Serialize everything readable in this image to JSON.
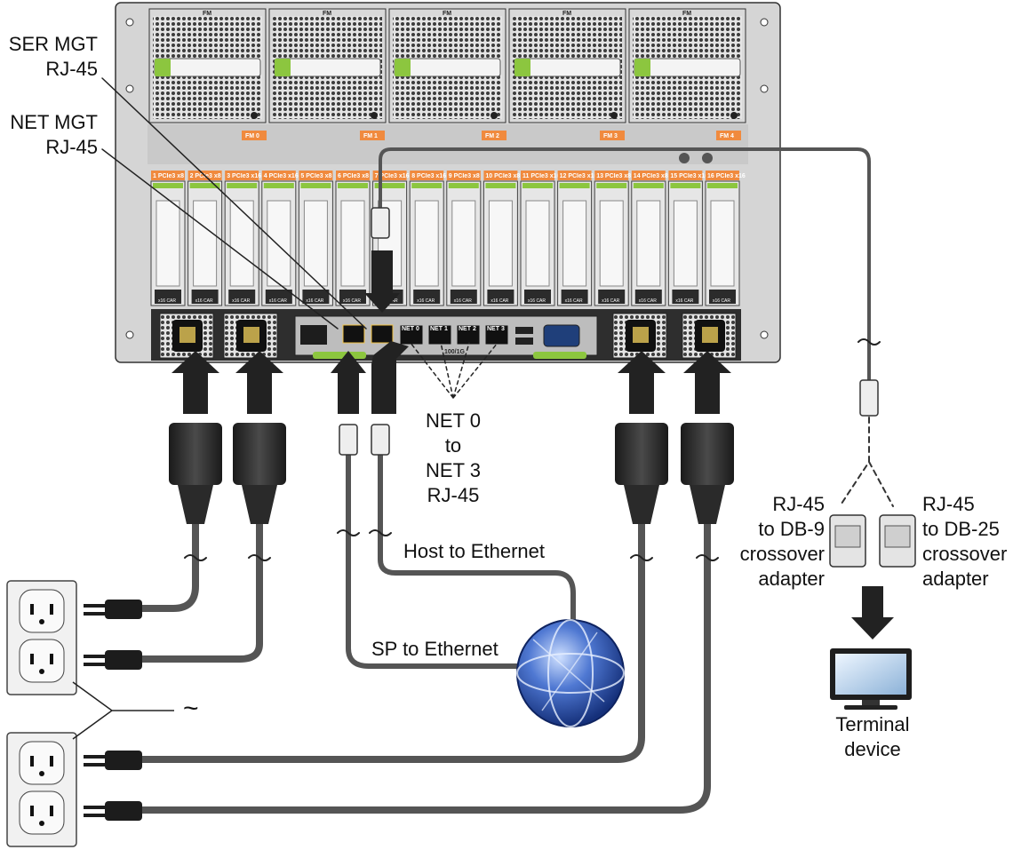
{
  "fan_modules": {
    "top_label": "FM",
    "labels": [
      "FM 0",
      "FM 1",
      "FM 2",
      "FM 3",
      "FM 4"
    ]
  },
  "pcie_slots": {
    "labels": [
      "1 PCIe3 x8",
      "2 PCIe3 x8",
      "3 PCIe3 x16",
      "4 PCIe3 x16",
      "5 PCIe3 x8",
      "6 PCIe3 x8",
      "7 PCIe3 x16",
      "8 PCIe3 x16",
      "9 PCIe3 x8",
      "10 PCIe3 x8",
      "11 PCIe3 x16",
      "12 PCIe3 x16",
      "13 PCIe3 x8",
      "14 PCIe3 x8",
      "15 PCIe3 x16",
      "16 PCIe3 x16"
    ],
    "card_label": "x16 CAR"
  },
  "rear_ports": {
    "net_ports": [
      "NET 0",
      "NET 1",
      "NET 2",
      "NET 3"
    ],
    "net_speed": "100/1G"
  },
  "callouts": {
    "ser_mgt": [
      "SER MGT",
      "RJ-45"
    ],
    "net_mgt": [
      "NET MGT",
      "RJ-45"
    ],
    "net_range": [
      "NET 0",
      "to",
      "NET 3",
      "RJ-45"
    ],
    "host_ethernet": "Host to Ethernet",
    "sp_ethernet": "SP to Ethernet",
    "db9_adapter": [
      "RJ-45",
      "to DB-9",
      "crossover",
      "adapter"
    ],
    "db25_adapter": [
      "RJ-45",
      "to DB-25",
      "crossover",
      "adapter"
    ],
    "terminal": [
      "Terminal",
      "device"
    ],
    "ac_symbol": "~"
  },
  "colors": {
    "chassis": "#d7d7d7",
    "chassis_dark": "#3a3a3a",
    "slot_label_orange": "#f08a3e",
    "handle_green": "#8cc63f",
    "cable": "#6a6a6a",
    "globe_blue": "#2a4fa0",
    "outlet": "#f1f1f1"
  }
}
